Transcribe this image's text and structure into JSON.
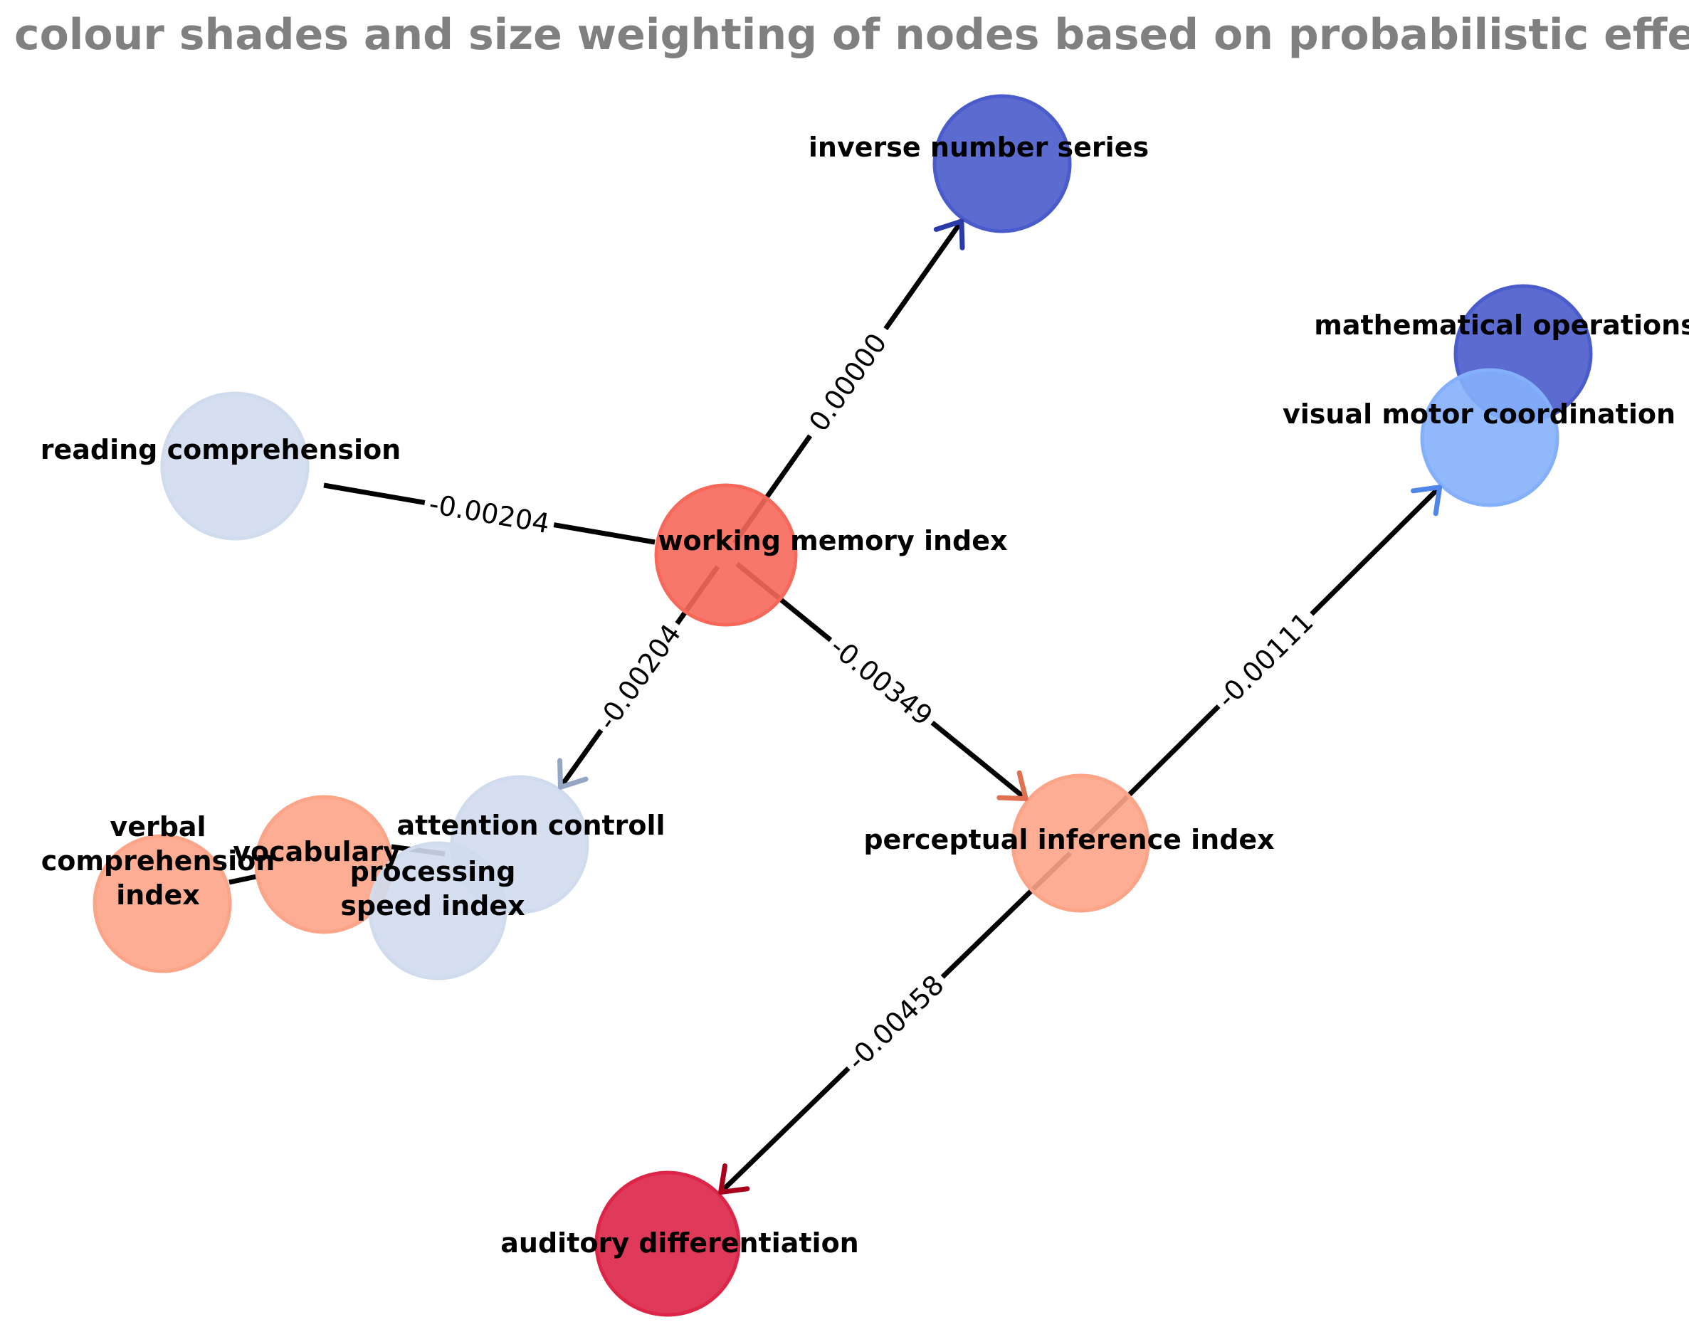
{
  "title": "colour shades and size weighting of nodes based on probabilistic effects",
  "nodes": [
    {
      "id": "inverse",
      "label": [
        "inverse number series"
      ],
      "color": "#4a5bcb"
    },
    {
      "id": "math",
      "label": [
        "mathematical operations"
      ],
      "color": "#4a5bcb"
    },
    {
      "id": "visual",
      "label": [
        "visual motor coordination"
      ],
      "color": "#84b0fb"
    },
    {
      "id": "reading",
      "label": [
        "reading comprehension"
      ],
      "color": "#d0dcee"
    },
    {
      "id": "wmi",
      "label": [
        "working memory index"
      ],
      "color": "#f6695a"
    },
    {
      "id": "pii",
      "label": [
        "perceptual inference index"
      ],
      "color": "#fca487"
    },
    {
      "id": "attention",
      "label": [
        "attention controll"
      ],
      "color": "#d0dcee"
    },
    {
      "id": "vocab",
      "label": [
        "vocabulary"
      ],
      "color": "#fca487"
    },
    {
      "id": "psi",
      "label": [
        "processing",
        "speed index"
      ],
      "color": "#d0dcee"
    },
    {
      "id": "vci",
      "label": [
        "verbal",
        "comprehension",
        "index"
      ],
      "color": "#fca487"
    },
    {
      "id": "auditory",
      "label": [
        "auditory differentiation"
      ],
      "color": "#dd2548"
    }
  ],
  "edges": [
    {
      "from": "wmi",
      "to": "inverse",
      "label": "0.00000",
      "directed": true,
      "arrow_color": "#2a3aa8"
    },
    {
      "from": "reading",
      "to": "wmi",
      "label": "-0.00204",
      "directed": false
    },
    {
      "from": "wmi",
      "to": "attention",
      "label": "-0.00204",
      "directed": true,
      "arrow_color": "#95a6c4"
    },
    {
      "from": "wmi",
      "to": "pii",
      "label": "-0.00349",
      "directed": true,
      "arrow_color": "#e07050"
    },
    {
      "from": "pii",
      "to": "visual",
      "label": "-0.00111",
      "directed": true,
      "arrow_color": "#4f86e8"
    },
    {
      "from": "pii",
      "to": "auditory",
      "label": "-0.00458",
      "directed": true,
      "arrow_color": "#a8001c"
    },
    {
      "from": "vci",
      "to": "vocab",
      "label": "",
      "directed": false
    },
    {
      "from": "vocab",
      "to": "attention",
      "label": "",
      "directed": false
    }
  ]
}
